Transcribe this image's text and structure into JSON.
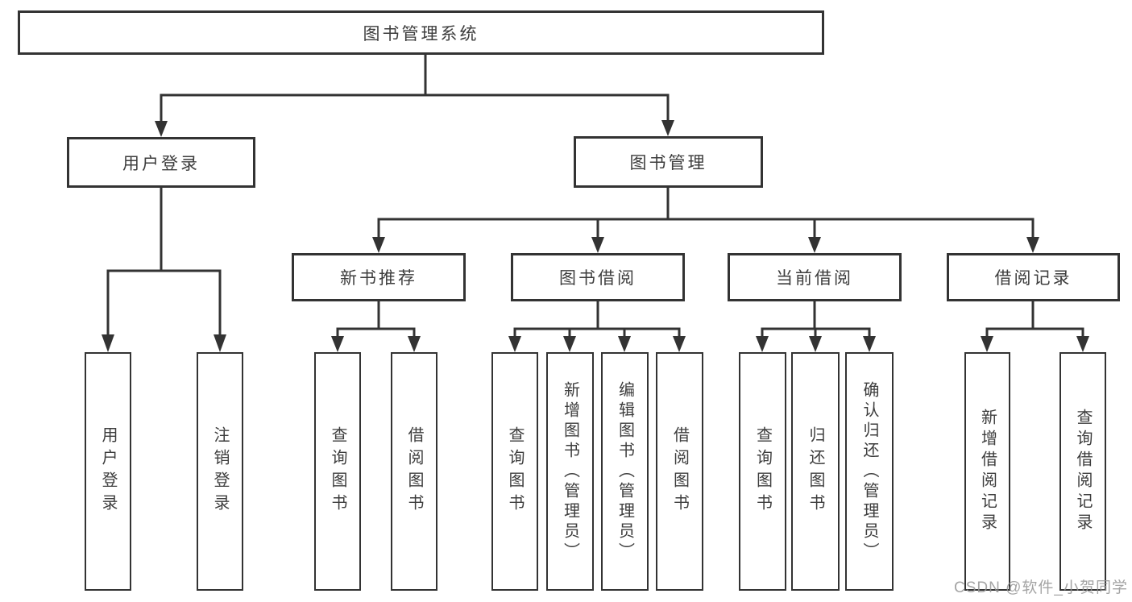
{
  "colors": {
    "line": "#333333",
    "box_border": "#333333",
    "box_background": "#ffffff",
    "text": "#3d3d3d",
    "watermark": "#949494"
  },
  "nodes": {
    "root": {
      "label": "图书管理系统"
    },
    "user_login": {
      "label": "用户登录"
    },
    "book_mgmt": {
      "label": "图书管理"
    },
    "new_book_rec": {
      "label": "新书推荐"
    },
    "book_borrow": {
      "label": "图书借阅"
    },
    "current_borrow": {
      "label": "当前借阅"
    },
    "borrow_record": {
      "label": "借阅记录"
    },
    "leaf_user_login": {
      "label": "用户登录"
    },
    "leaf_logout": {
      "label": "注销登录"
    },
    "leaf_rec_query_book": {
      "label": "查询图书"
    },
    "leaf_rec_borrow_book": {
      "label": "借阅图书"
    },
    "leaf_bb_query_book": {
      "label": "查询图书"
    },
    "leaf_bb_add_book": {
      "label": "新增图书（管理员）"
    },
    "leaf_bb_edit_book": {
      "label": "编辑图书（管理员）"
    },
    "leaf_bb_borrow_book": {
      "label": "借阅图书"
    },
    "leaf_cb_query_book": {
      "label": "查询图书"
    },
    "leaf_cb_return_book": {
      "label": "归还图书"
    },
    "leaf_cb_confirm_return": {
      "label": "确认归还（管理员）"
    },
    "leaf_br_add_record": {
      "label": "新增借阅记录"
    },
    "leaf_br_query_record": {
      "label": "查询借阅记录"
    }
  },
  "watermark": {
    "text": "CSDN @软件_小贺同学"
  }
}
